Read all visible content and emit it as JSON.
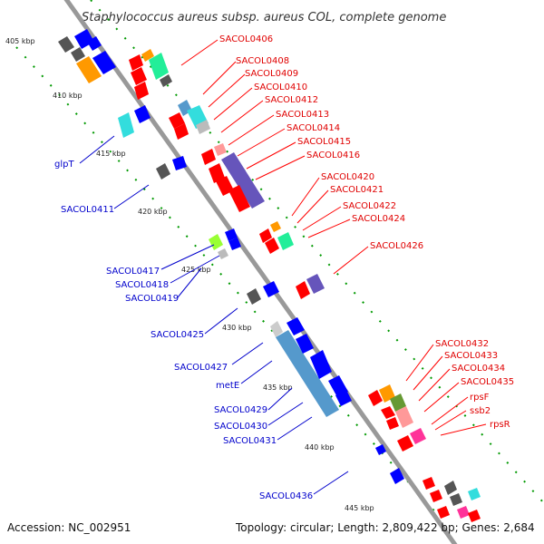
{
  "title": "Staphylococcus aureus subsp. aureus COL, complete genome",
  "footer": {
    "accession": "Accession: NC_002951",
    "topology": "Topology: circular; Length: 2,809,422 bp; Genes: 2,684"
  },
  "kbp_ticks": [
    "405 kbp",
    "410 kbp",
    "415 kbp",
    "420 kbp",
    "425 kbp",
    "430 kbp",
    "435 kbp",
    "440 kbp",
    "445 kbp"
  ],
  "forward_labels": [
    "SACOL0406",
    "SACOL0408",
    "SACOL0409",
    "SACOL0410",
    "SACOL0412",
    "SACOL0413",
    "SACOL0414",
    "SACOL0415",
    "SACOL0416",
    "SACOL0420",
    "SACOL0421",
    "SACOL0422",
    "SACOL0424",
    "SACOL0426",
    "SACOL0432",
    "SACOL0433",
    "SACOL0434",
    "SACOL0435",
    "rpsF",
    "ssb2",
    "rpsR"
  ],
  "reverse_labels": [
    "glpT",
    "SACOL0411",
    "SACOL0417",
    "SACOL0418",
    "SACOL0419",
    "SACOL0425",
    "SACOL0427",
    "metE",
    "SACOL0429",
    "SACOL0430",
    "SACOL0431",
    "SACOL0436"
  ],
  "colors": {
    "backbone": "#999999",
    "forward_label": "#e00000",
    "reverse_label": "#0000cc",
    "gene_red": "#ff0000",
    "gene_blue": "#0000ff",
    "gene_dark_gray": "#555555",
    "gene_cyan": "#33dddd",
    "gene_green": "#22ee99",
    "gene_orange": "#ff9900",
    "gene_purple": "#6655bb",
    "gene_steel": "#5599cc",
    "tick_green": "#009900"
  }
}
